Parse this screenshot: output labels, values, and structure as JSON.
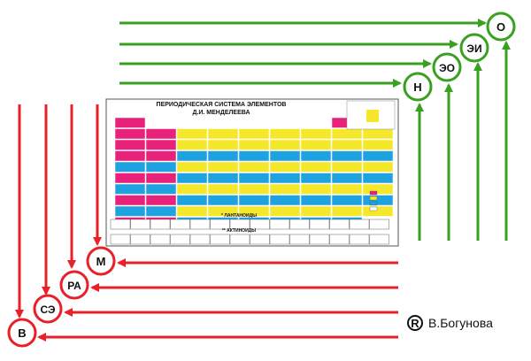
{
  "table": {
    "title_line1": "ПЕРИОДИЧЕСКАЯ СИСТЕМА ЭЛЕМЕНТОВ",
    "title_line2": "Д.И. МЕНДЕЛЕЕВА",
    "lanthanides_label": "* ЛАНТАНОИДЫ",
    "actinides_label": "** АКТИНОИДЫ"
  },
  "green_circles": [
    {
      "id": "o",
      "label": "О"
    },
    {
      "id": "ei",
      "label": "ЭИ"
    },
    {
      "id": "eo",
      "label": "ЭО"
    },
    {
      "id": "n",
      "label": "Н"
    }
  ],
  "red_circles": [
    {
      "id": "m",
      "label": "М"
    },
    {
      "id": "ra",
      "label": "РА"
    },
    {
      "id": "se",
      "label": "СЭ"
    },
    {
      "id": "v",
      "label": "В"
    }
  ],
  "credit": {
    "symbol": "R",
    "author": "В.Богунова"
  },
  "colors": {
    "green": "#3aa020",
    "red": "#e8202a",
    "s_block": "#e8217a",
    "p_block": "#f5e82a",
    "d_block": "#1fa3e0",
    "f_block": "#ffffff"
  }
}
